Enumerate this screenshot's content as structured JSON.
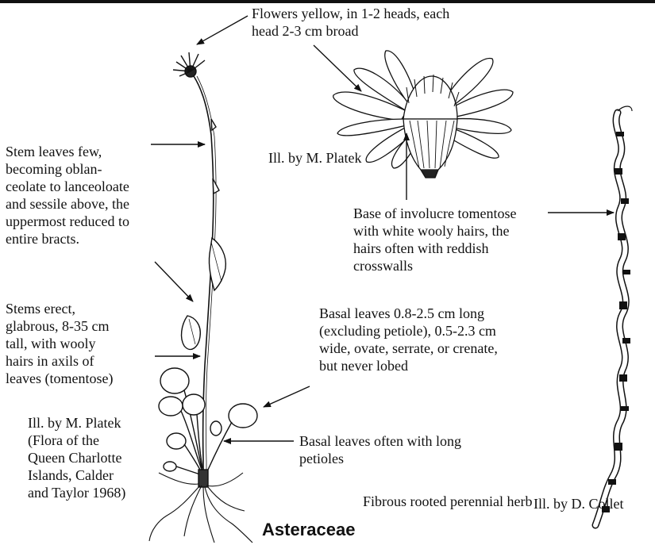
{
  "labels": {
    "flowers": "Flowers yellow, in 1-2 heads, each\nhead 2-3 cm broad",
    "stem_leaves": "Stem leaves few,\nbecoming oblan-\nceolate to lanceoloate\nand sessile above, the\nuppermost reduced to\nentire bracts.",
    "stems": "Stems erect,\nglabrous, 8-35 cm\ntall, with wooly\nhairs in axils of\nleaves (tomentose)",
    "involucre": "Base of involucre tomentose\nwith white wooly hairs, the\nhairs often with reddish\ncrosswalls",
    "basal_leaves_size": "Basal leaves 0.8-2.5 cm long\n(excluding petiole), 0.5-2.3 cm\nwide, ovate, serrate, or crenate,\nbut never lobed",
    "basal_leaves_petioles": "Basal leaves often with long\npetioles",
    "habit": "Fibrous rooted perennial herb"
  },
  "credits": {
    "head": "Ill. by M. Platek",
    "plant": "Ill. by M. Platek\n(Flora of the\nQueen Charlotte\nIslands, Calder\nand Taylor 1968)",
    "hair": "Ill. by D. Collet"
  },
  "family": "Asteraceae",
  "colors": {
    "ink": "#111111",
    "background": "#ffffff"
  }
}
